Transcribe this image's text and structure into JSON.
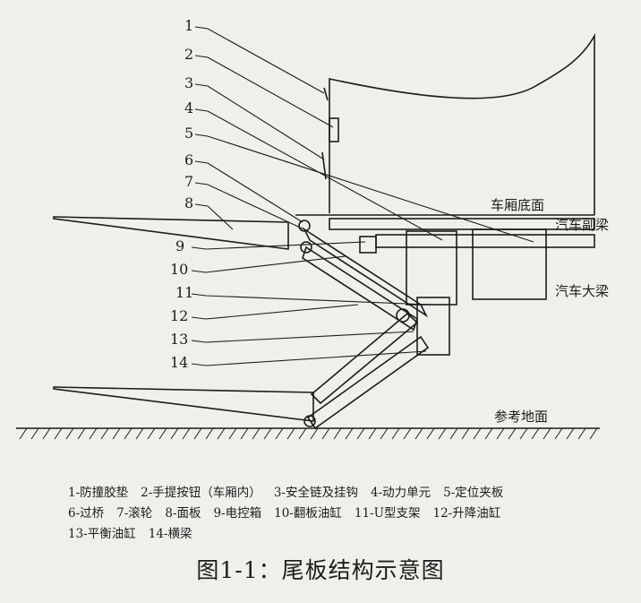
{
  "callout_numbers": [
    "1",
    "2",
    "3",
    "4",
    "5",
    "6",
    "7",
    "8",
    "9",
    "10",
    "11",
    "12",
    "13",
    "14"
  ],
  "labels": {
    "floor": "车厢底面",
    "sub_beam": "汽车副梁",
    "main_beam": "汽车大梁",
    "ground": "参考地面"
  },
  "legend": [
    "1-防撞胶垫",
    "2-手提按钮（车厢内）",
    "3-安全链及挂钩",
    "4-动力单元",
    "5-定位夹板",
    "6-过桥",
    "7-滚轮",
    "8-面板",
    "9-电控箱",
    "10-翻板油缸",
    "11-U型支架",
    "12-升降油缸",
    "13-平衡油缸",
    "14-横梁"
  ],
  "caption": "图1-1：尾板结构示意图"
}
